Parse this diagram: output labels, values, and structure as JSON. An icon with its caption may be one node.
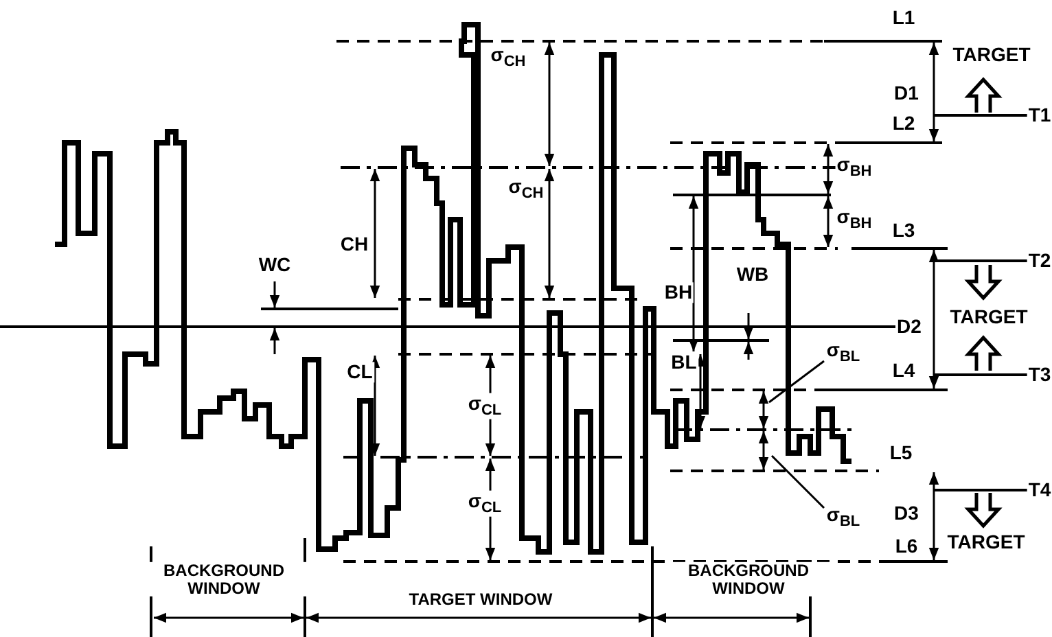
{
  "diagram": {
    "nodes": [
      {
        "text": [
          "σ$_{BL}$"
        ]
      },
      {
        "text": [
          "σ$_{BL}$"
        ]
      }
    ],
    "edges": [
      {
        "from": 0,
        "to": null,
        "arrow": "none"
      },
      {
        "from": 1,
        "to": null,
        "arrow": "none"
      }
    ],
    "labels": [
      "L1",
      "σ$_{CH}$",
      "TARGET",
      "D1",
      "T1",
      "L2",
      "σ$_{BH}$",
      "σ$_{CH}$",
      "CH",
      "σ$_{BH}$",
      "L3",
      "WC",
      "T2",
      "WB",
      "BH",
      "TARGET",
      "D2",
      "BL",
      "CL",
      "L4",
      "T3",
      "σ$_{CL}$",
      "L5",
      "T4",
      "σ$_{CL}$",
      "D3",
      "L6",
      "TARGET",
      "BACKGROUND WINDOW",
      "TARGET WINDOW",
      "BACKGROUND WINDOW"
    ]
  }
}
